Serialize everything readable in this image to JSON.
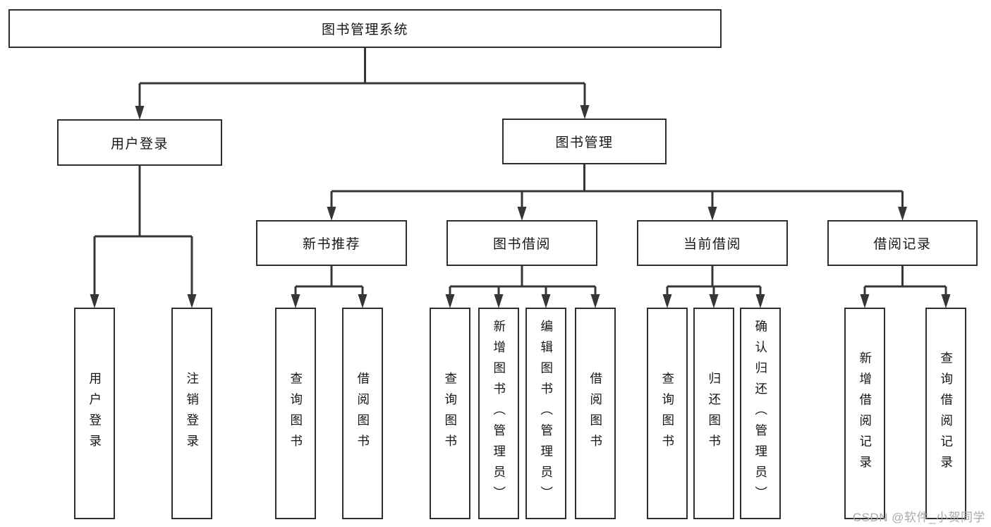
{
  "diagram_title": "图书管理系统",
  "colors": {
    "line": "#363636",
    "box_border": "#2f2f2f",
    "text": "#161616",
    "watermark": "#a5a5a5",
    "background": "#ffffff"
  },
  "tree": {
    "label": "图书管理系统",
    "children": [
      {
        "label": "用户登录",
        "children": [
          {
            "label": "用户登录"
          },
          {
            "label": "注销登录"
          }
        ]
      },
      {
        "label": "图书管理",
        "children": [
          {
            "label": "新书推荐",
            "children": [
              {
                "label": "查询图书"
              },
              {
                "label": "借阅图书"
              }
            ]
          },
          {
            "label": "图书借阅",
            "children": [
              {
                "label": "查询图书"
              },
              {
                "label": "新增图书（管理员）"
              },
              {
                "label": "编辑图书（管理员）"
              },
              {
                "label": "借阅图书"
              }
            ]
          },
          {
            "label": "当前借阅",
            "children": [
              {
                "label": "查询图书"
              },
              {
                "label": "归还图书"
              },
              {
                "label": "确认归还（管理员）"
              }
            ]
          },
          {
            "label": "借阅记录",
            "children": [
              {
                "label": "新增借阅记录"
              },
              {
                "label": "查询借阅记录"
              }
            ]
          }
        ]
      }
    ]
  },
  "watermark": {
    "text": "CSDN @软件_小贺同学"
  }
}
